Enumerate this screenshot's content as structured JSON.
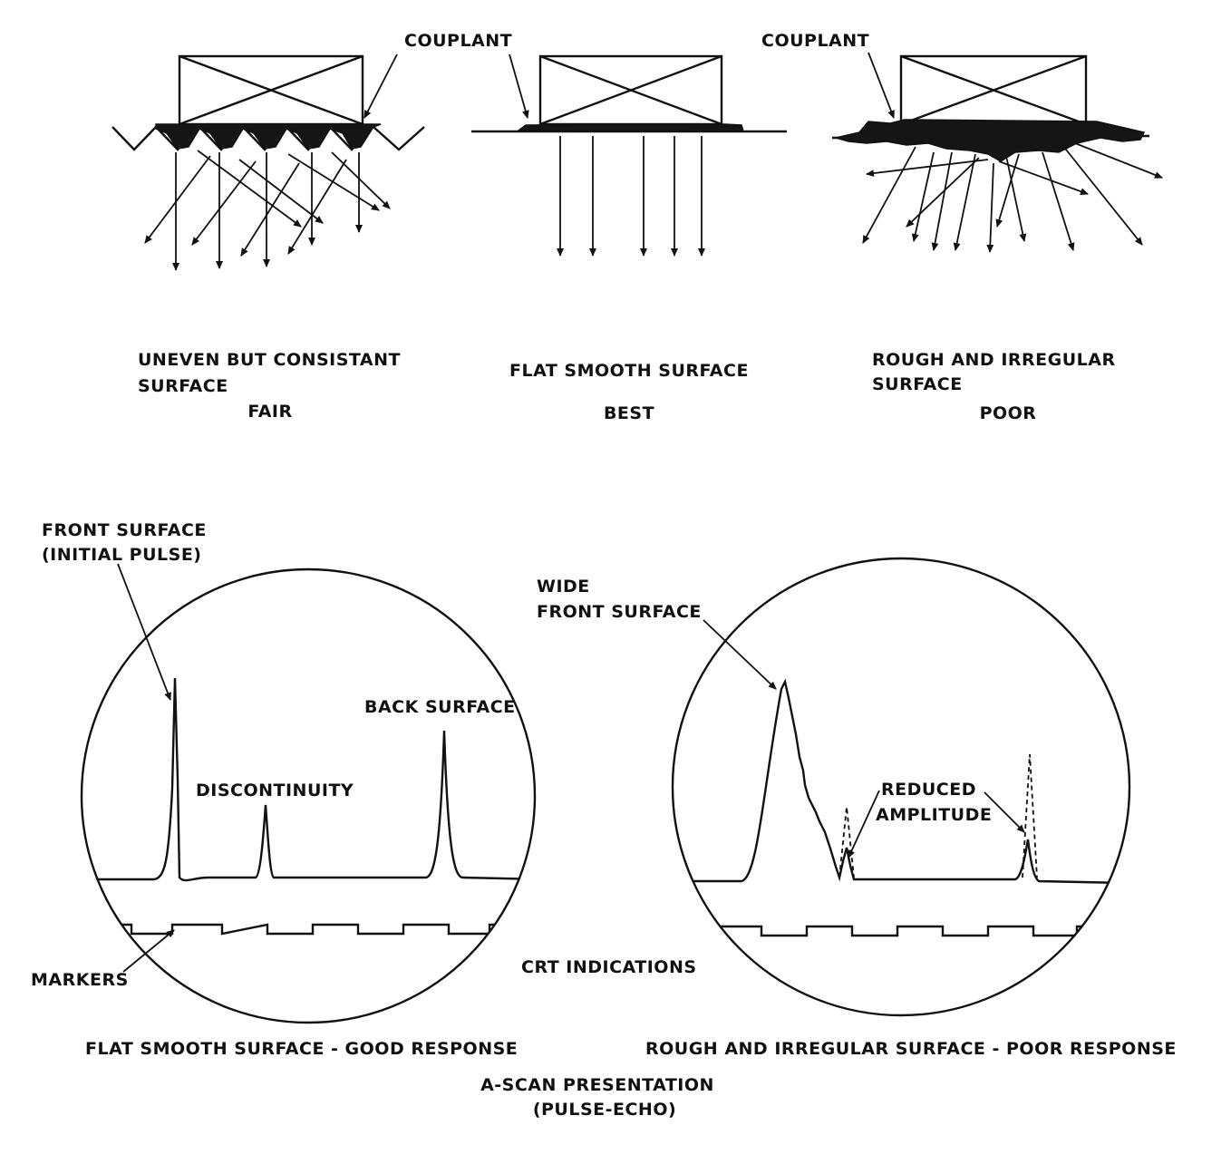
{
  "top": {
    "couplant_label_1": "COUPLANT",
    "couplant_label_2": "COUPLANT",
    "uneven": {
      "caption_line1": "UNEVEN BUT CONSISTANT",
      "caption_line2": "SURFACE",
      "rating": "FAIR"
    },
    "flat": {
      "caption_line1": "FLAT SMOOTH SURFACE",
      "rating": "BEST"
    },
    "rough": {
      "caption_line1": "ROUGH AND IRREGULAR",
      "caption_line2": "SURFACE",
      "rating": "POOR"
    }
  },
  "bottom": {
    "left_scope": {
      "front_label_line1": "FRONT SURFACE",
      "front_label_line2": "(INITIAL PULSE)",
      "discontinuity_label": "DISCONTINUITY",
      "back_label": "BACK SURFACE",
      "markers_label": "MARKERS",
      "caption": "FLAT SMOOTH SURFACE - GOOD RESPONSE"
    },
    "right_scope": {
      "wide_label_line1": "WIDE",
      "wide_label_line2": "FRONT SURFACE",
      "reduced_label_line1": "REDUCED",
      "reduced_label_line2": "AMPLITUDE",
      "caption": "ROUGH AND IRREGULAR SURFACE - POOR RESPONSE"
    },
    "crt_label": "CRT INDICATIONS",
    "title_line1": "A-SCAN PRESENTATION",
    "title_line2": "(PULSE-ECHO)"
  }
}
